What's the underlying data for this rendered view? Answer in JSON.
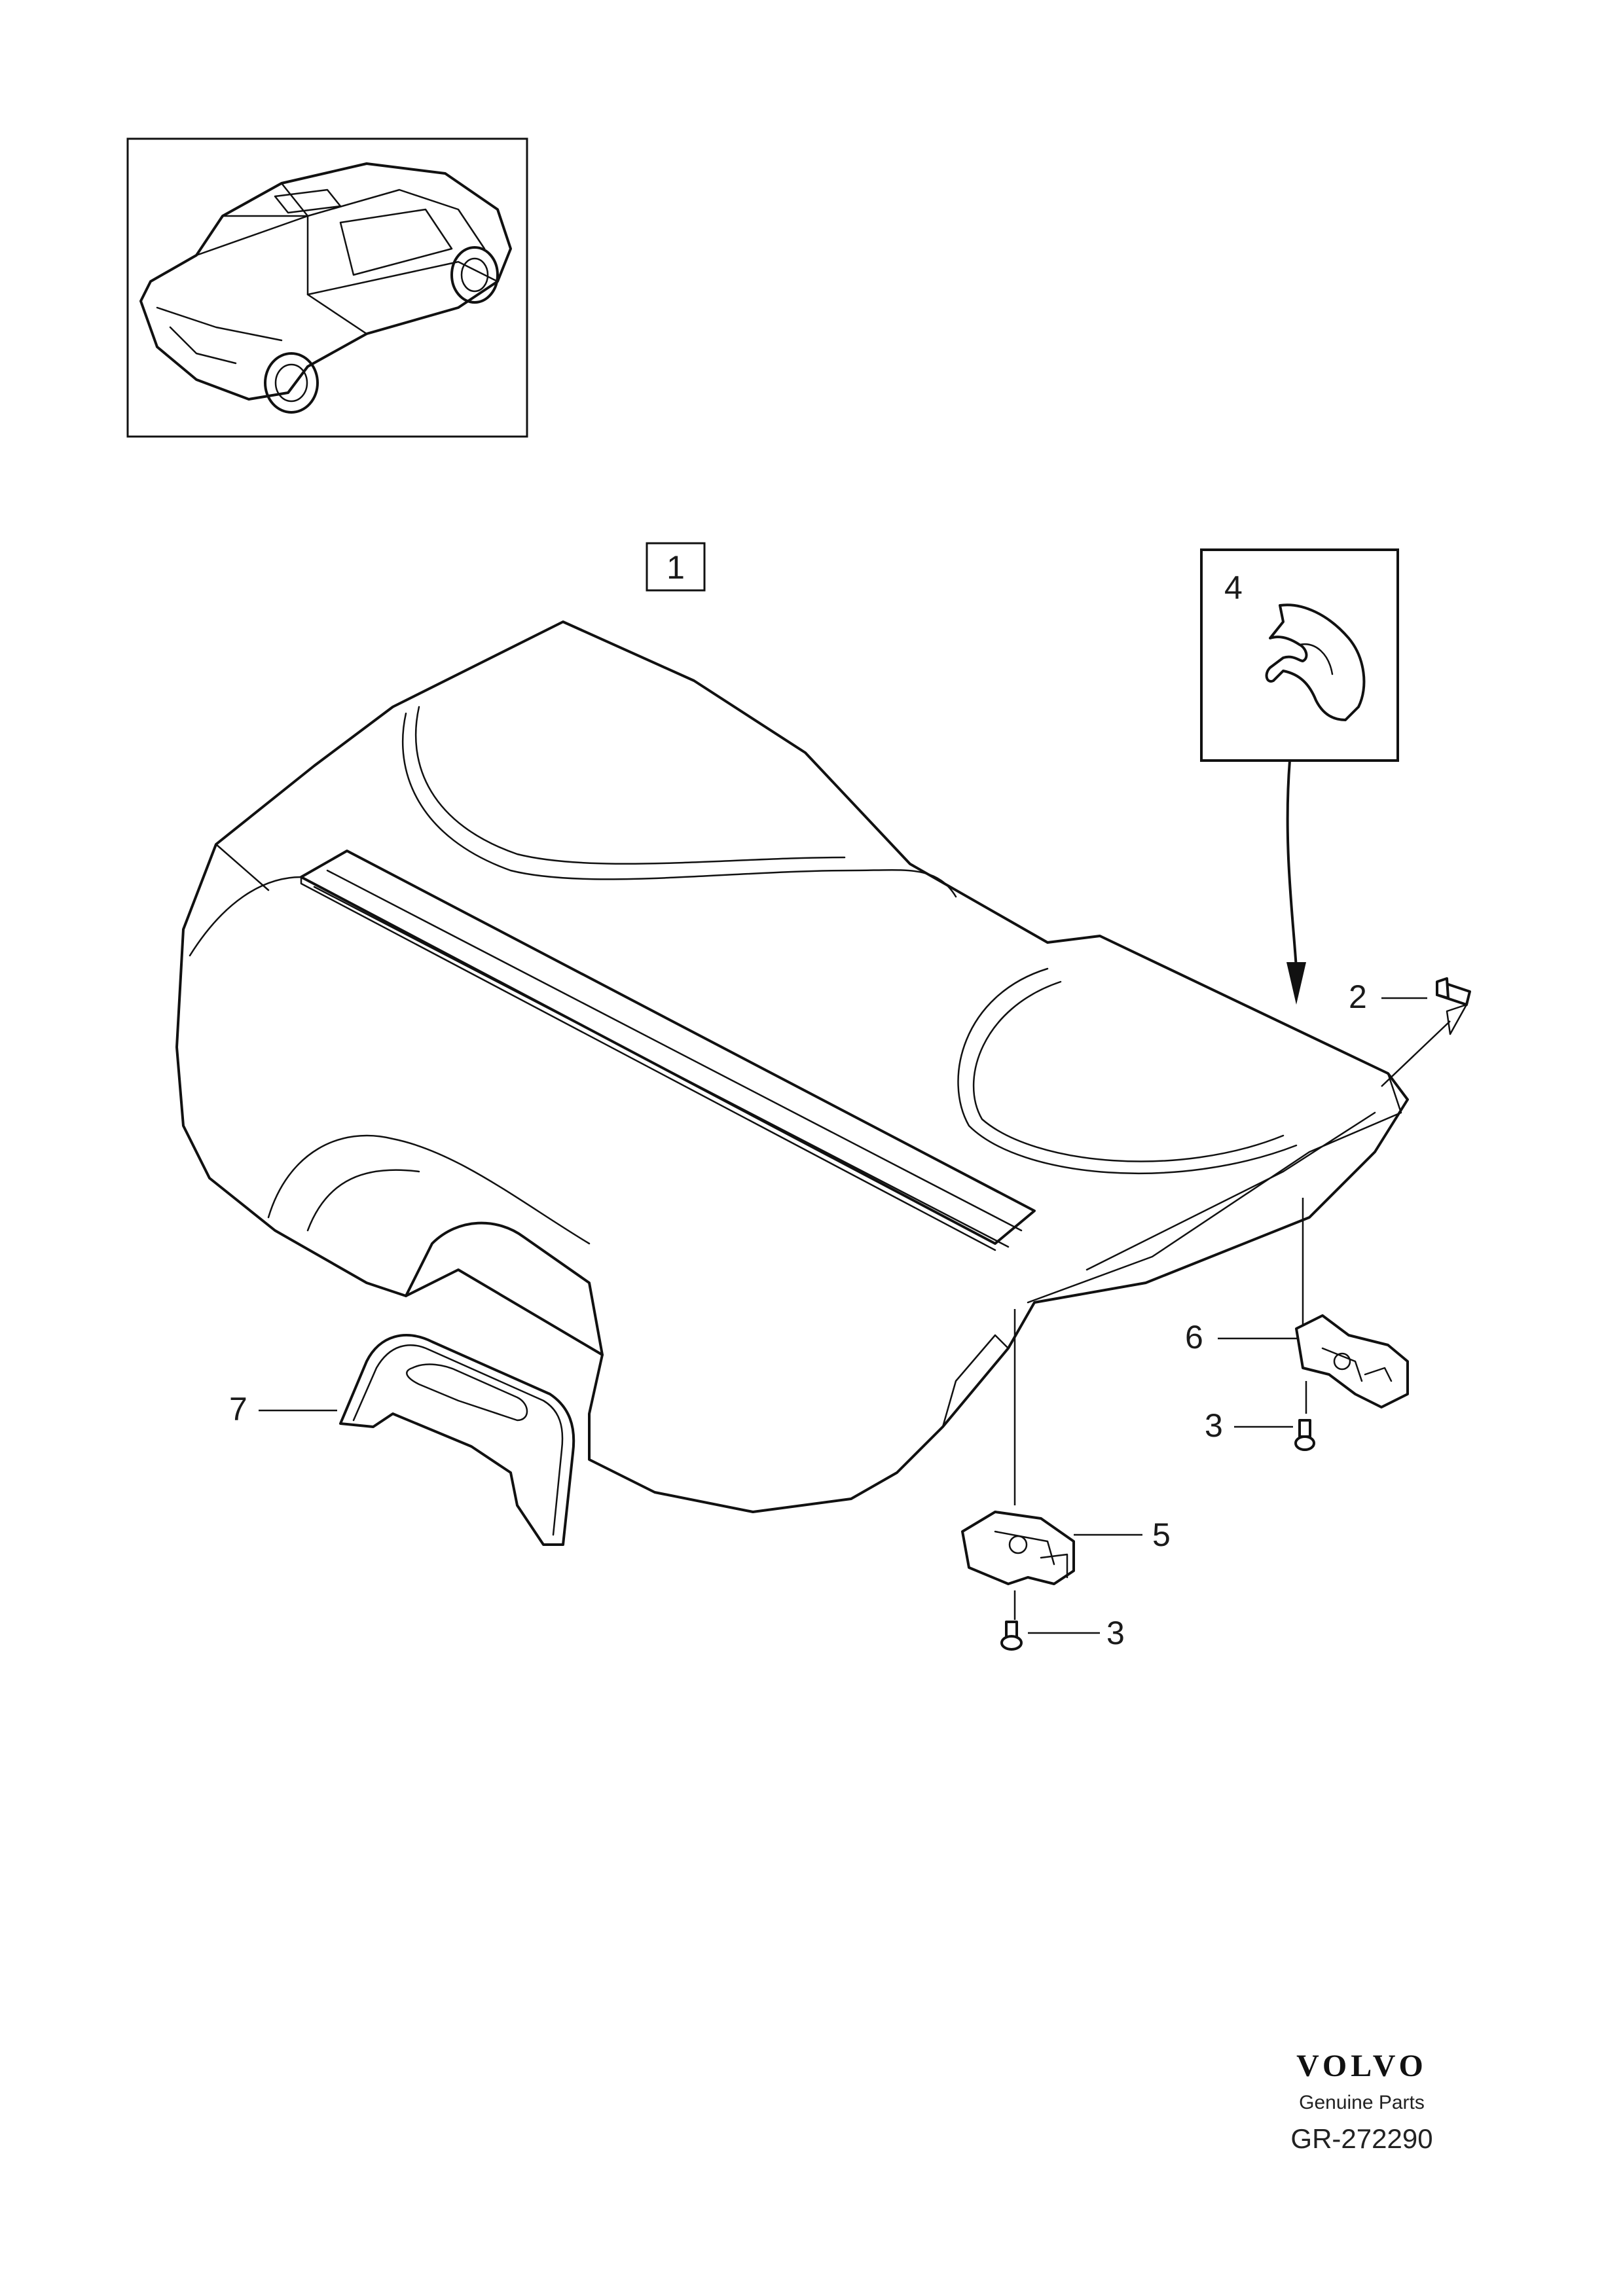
{
  "callouts": {
    "c1": "1",
    "c2": "2",
    "c3a": "3",
    "c3b": "3",
    "c4": "4",
    "c5": "5",
    "c6": "6",
    "c7": "7"
  },
  "brand": {
    "logo_text": "VOLVO",
    "tagline": "Genuine Parts",
    "reference": "GR-272290"
  },
  "icons": [
    "car-overview-icon",
    "parcel-shelf-panel",
    "clip-icon",
    "screw-icon",
    "bracket-icon",
    "trim-cover-icon"
  ]
}
